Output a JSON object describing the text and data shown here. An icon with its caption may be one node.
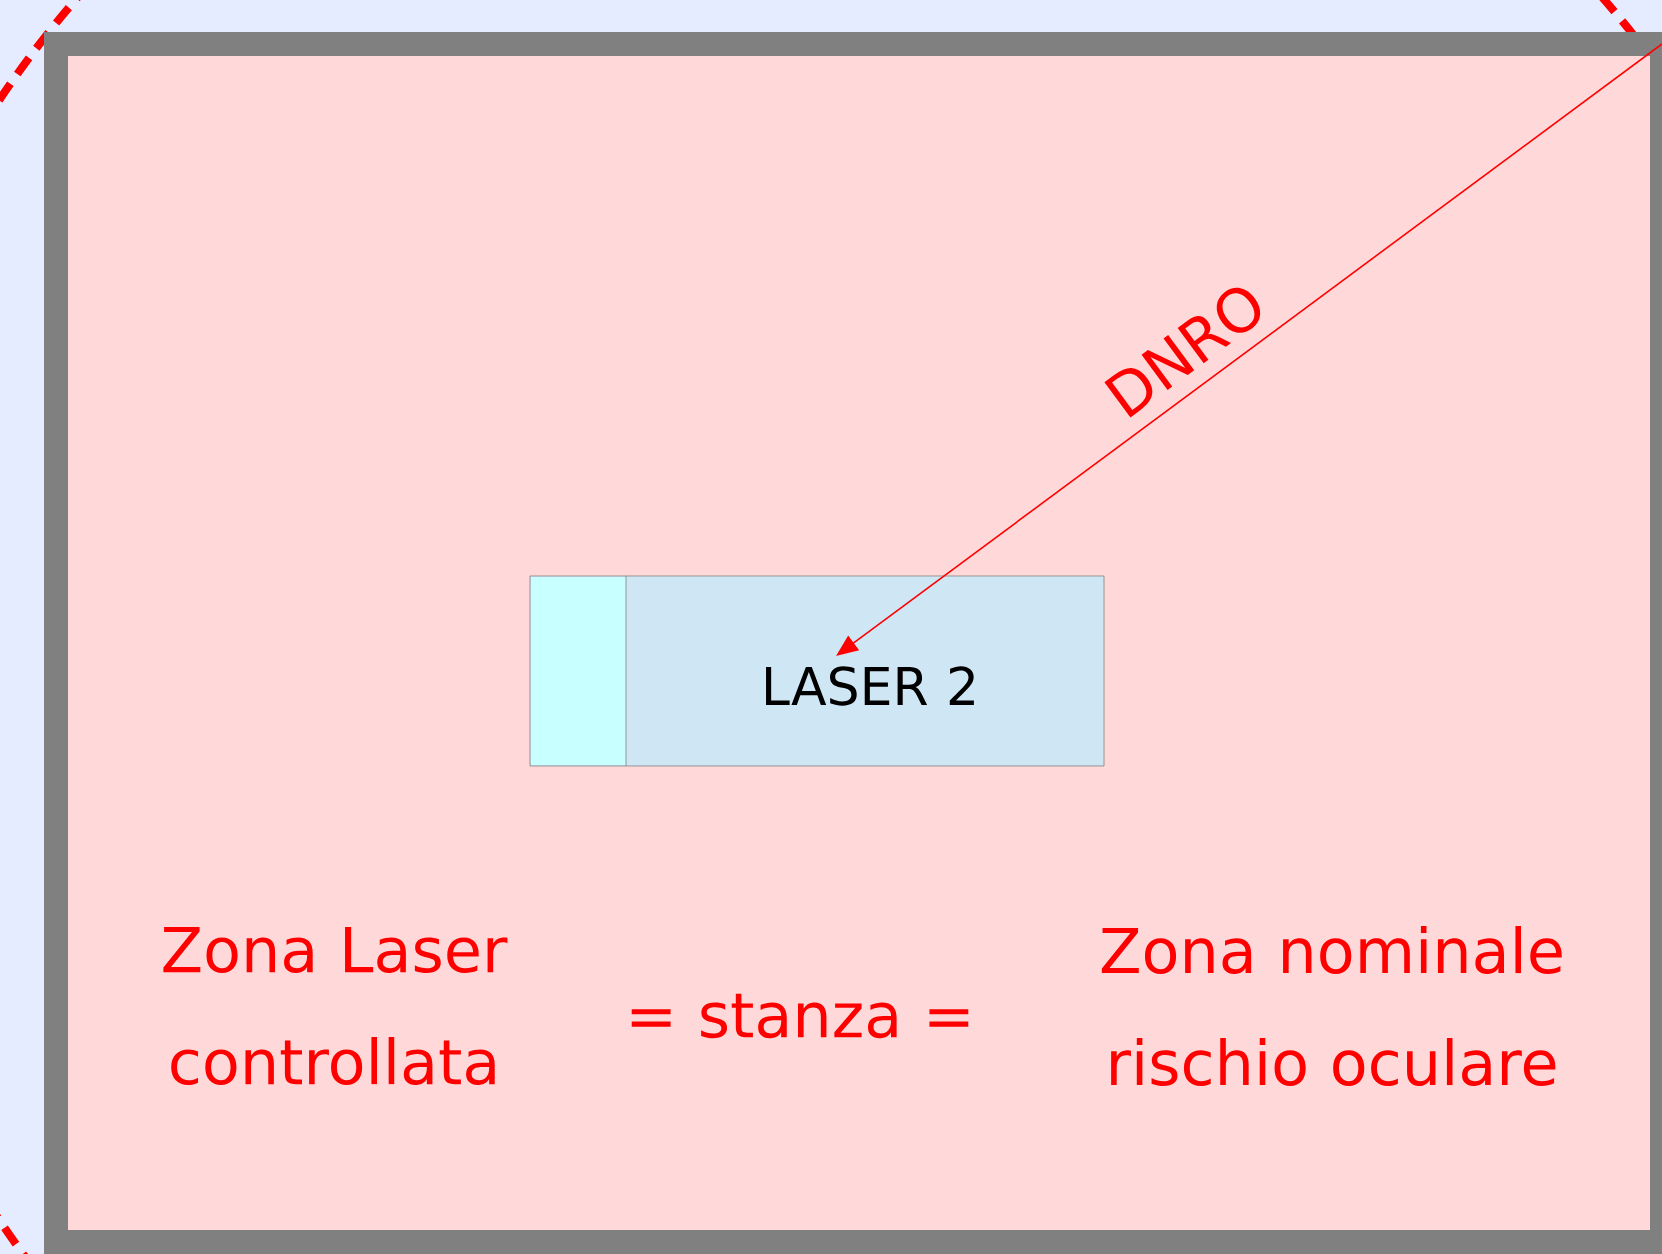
{
  "diagram": {
    "nodes": [
      {
        "text": [
          "Zona Laser controllata",
          "= stanza =",
          "Zona nominale rischio oculare"
        ]
      },
      {
        "text": [
          "LASER 2"
        ],
        "in": 0
      }
    ],
    "edges": [
      {
        "from": 0,
        "to": 1,
        "arrow": "to",
        "label": "DNRO"
      }
    ]
  }
}
